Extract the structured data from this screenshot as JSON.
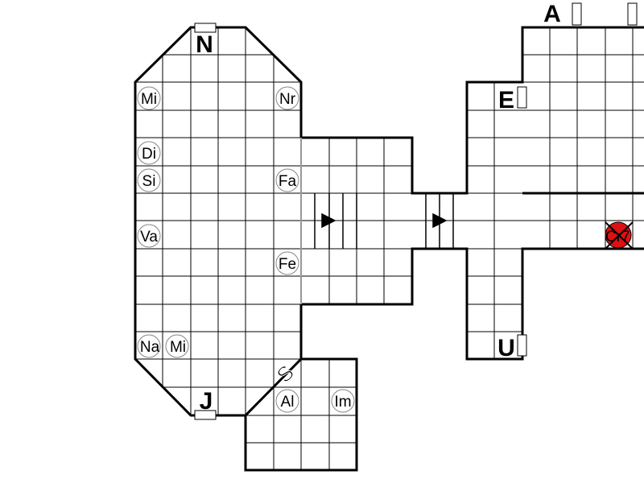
{
  "map": {
    "room_labels": {
      "N": "N",
      "A": "A",
      "E": "E",
      "J": "J",
      "U": "U",
      "S": "S"
    },
    "tokens": {
      "mi_top": "Mi",
      "nr": "Nr",
      "di": "Di",
      "si": "Si",
      "fa": "Fa",
      "va": "Va",
      "fe": "Fe",
      "na": "Na",
      "mi_bottom": "Mi",
      "al": "Al",
      "im": "Im"
    },
    "marker": {
      "label": "Cr7",
      "color": "#dd1111"
    },
    "colors": {
      "grid": "#000000",
      "wall": "#000000",
      "background": "#ffffff"
    }
  }
}
